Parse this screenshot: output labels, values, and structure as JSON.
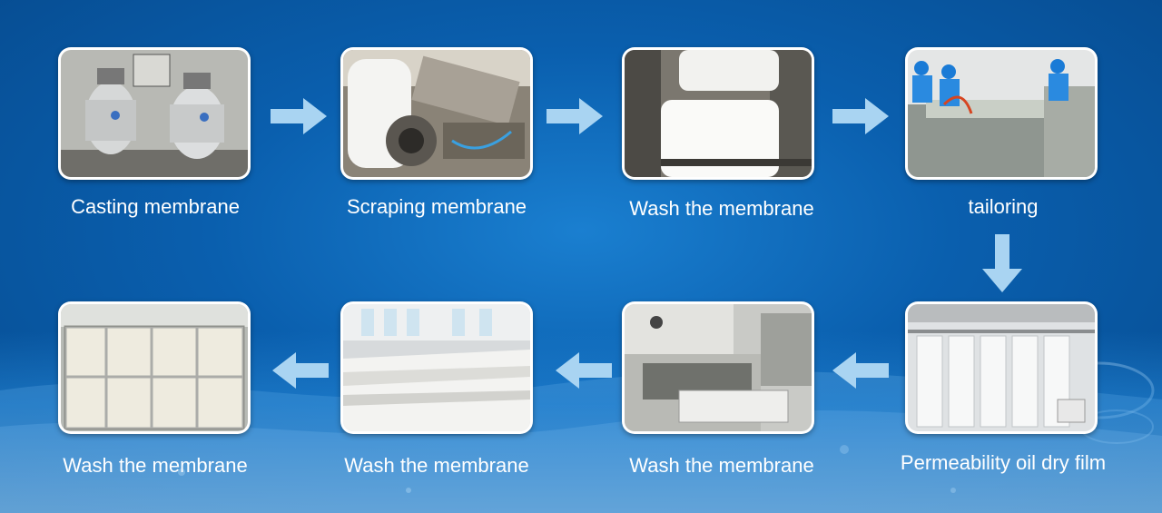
{
  "steps": [
    {
      "label": "Casting membrane",
      "icon": "reactor-tanks-photo"
    },
    {
      "label": "Scraping membrane",
      "icon": "film-roll-machine-photo"
    },
    {
      "label": "Wash the membrane",
      "icon": "washing-rollers-photo"
    },
    {
      "label": "tailoring",
      "icon": "cutting-workers-photo"
    },
    {
      "label": "Permeability oil dry film",
      "icon": "drying-hangers-photo"
    },
    {
      "label": "Wash the membrane",
      "icon": "packing-machine-photo"
    },
    {
      "label": "Wash the membrane",
      "icon": "stacked-sheets-photo"
    },
    {
      "label": "Wash the membrane",
      "icon": "crated-rolls-photo"
    }
  ],
  "colors": {
    "arrow": "#a9d4f2",
    "background": "#0a5fae",
    "text": "#ffffff"
  }
}
